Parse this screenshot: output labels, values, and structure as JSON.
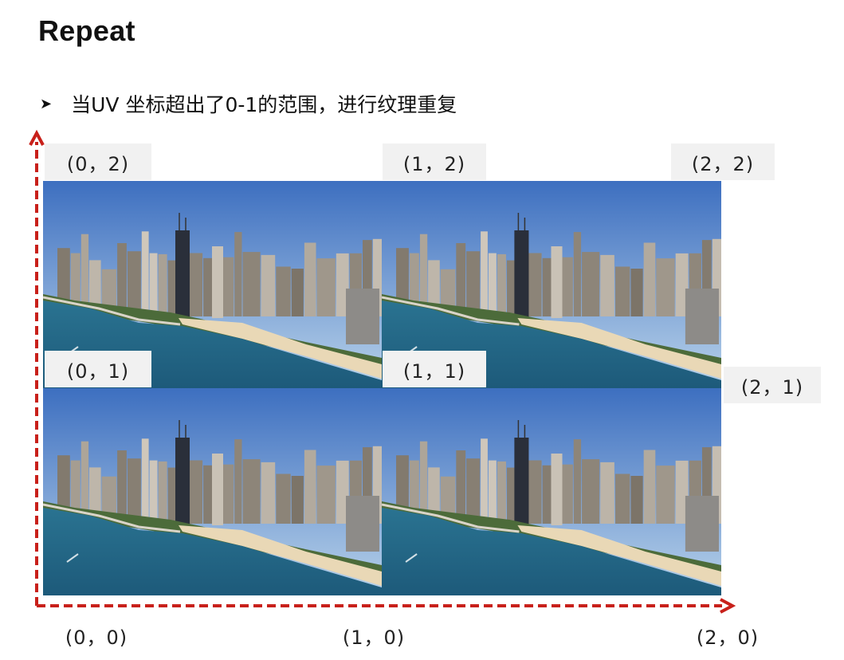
{
  "slide": {
    "title": "Repeat",
    "bullet_icon": "arrow-bullet-icon",
    "bullet": "当UV 坐标超出了0-1的范围，进行纹理重复"
  },
  "labels": {
    "l_0_2": "(0，2)",
    "l_1_2": "(1，2)",
    "l_2_2": "(2，2)",
    "l_0_1": "(0，1)",
    "l_1_1": "(1，1)",
    "l_2_1": "(2，1)",
    "l_0_0": "(0，0)",
    "l_1_0": "(1，0)",
    "l_2_0": "(2，0)"
  },
  "colors": {
    "axis": "#c8201a",
    "sky_top": "#3d6fc0",
    "sky_bottom": "#b9d3ea",
    "water": "#1d5a7a",
    "beach": "#e9d8b6"
  }
}
